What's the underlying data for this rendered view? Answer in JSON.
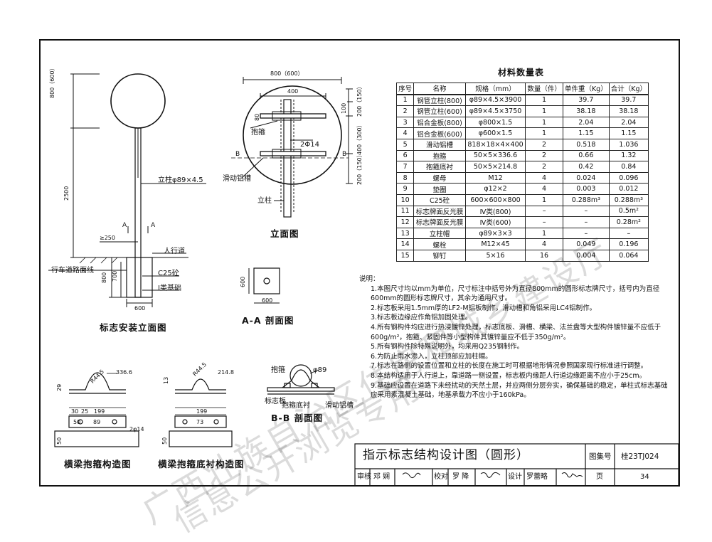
{
  "table": {
    "title": "材料数量表",
    "headers": [
      "序号",
      "名称",
      "规格（mm）",
      "数量（件）",
      "单件重（Kg）",
      "合计（Kg）"
    ],
    "rows": [
      [
        "1",
        "钢管立柱(800)",
        "φ89×4.5×3900",
        "1",
        "39.7",
        "39.7"
      ],
      [
        "2",
        "钢管立柱(600)",
        "φ89×4.5×3750",
        "1",
        "38.18",
        "38.18"
      ],
      [
        "3",
        "铝合金板(800)",
        "φ800×1.5",
        "1",
        "2.04",
        "2.04"
      ],
      [
        "4",
        "铝合金板(600)",
        "φ600×1.5",
        "1",
        "1.15",
        "1.15"
      ],
      [
        "5",
        "滑动铝槽",
        "818×18×4×400",
        "2",
        "0.518",
        "1.036"
      ],
      [
        "6",
        "抱箍",
        "50×5×336.6",
        "2",
        "0.66",
        "1.32"
      ],
      [
        "7",
        "抱箍底衬",
        "50×5×214.8",
        "2",
        "0.42",
        "0.84"
      ],
      [
        "8",
        "螺母",
        "M12",
        "4",
        "0.024",
        "0.096"
      ],
      [
        "9",
        "垫圈",
        "φ12×2",
        "4",
        "0.003",
        "0.012"
      ],
      [
        "10",
        "C25砼",
        "600×600×800",
        "1",
        "0.288m³",
        "0.288m³"
      ],
      [
        "11",
        "标志牌面反光膜",
        "Ⅳ类(800)",
        "–",
        "–",
        "0.5m²"
      ],
      [
        "12",
        "标志牌面反光膜",
        "Ⅳ类(600)",
        "–",
        "–",
        "0.28m²"
      ],
      [
        "13",
        "立柱帽",
        "φ89×3×3",
        "1",
        "–",
        "–"
      ],
      [
        "14",
        "螺栓",
        "M12×45",
        "4",
        "0.049",
        "0.196"
      ],
      [
        "15",
        "铆钉",
        "5×16",
        "16",
        "0.004",
        "0.064"
      ]
    ]
  },
  "notes": {
    "heading": "说明：",
    "items": [
      "1.本图尺寸均以mm为单位，尺寸标注中括号外为直径800mm的圆形标志牌尺寸，括号内为直径600mm的圆形标志牌尺寸，其余为通用尺寸。",
      "2.标志板采用1.5mm厚的LF2-M铝板制作，滑动槽和角铝采用LC4铝制作。",
      "3.标志板边缘应作角铝加固处理。",
      "4.所有钢构件均应进行热浸镀锌处理，标志底板、滑槽、横梁、法兰盘等大型构件镀锌量不应低于600g/m²，抱箍、紧固件等小型构件其镀锌量应不低于350g/m²。",
      "5.所有钢构件除特殊说明外，均采用Q235钢制作。",
      "6.为防止雨水渗入，立柱顶部应加柱帽。",
      "7.标志在路侧的设置位置和立柱的长度在施工时可根据地形情况参照国家现行标准进行调整。",
      "8.本结构适用于人行道上，靠道路一侧设置，标志板内缘距人行道边缘距离不应小于25cm。",
      "9.基础应设置在道路下未经扰动的天然土层，并应两侧分层夯实，确保基础的稳定，单柱式标志基础应采用素混凝土基础，地基承载力不应小于160kPa。"
    ]
  },
  "titleblock": {
    "title": "指示标志结构设计图（圆形）",
    "atlas_label": "图集号",
    "atlas_no": "桂23TJ024",
    "review_label": "审核",
    "reviewer": "邓 娴",
    "check_label": "校对",
    "checker": "罗 降",
    "design_label": "设计",
    "designer": "罗蕾略",
    "page_label": "页",
    "page_no": "34"
  },
  "captions": {
    "install_elevation": "标志安装立面图",
    "elevation": "立面图",
    "section_aa": "A-A 剖面图",
    "section_bb": "B-B 剖面图",
    "hoop_detail": "横梁抱箍构造图",
    "liner_detail": "横梁抱箍底衬构造图"
  },
  "labels": {
    "post": "立柱φ89×4.5",
    "sidewalk": "人行道",
    "road_edge": "行车道路面线",
    "concrete": "C25砼",
    "soil": "Ⅰ类基础",
    "hoop": "抱箍",
    "slide_channel": "滑动铝槽",
    "post_short": "立柱",
    "bolt": "2Φ14",
    "pipe_dia": "φ89",
    "plate": "标志板",
    "liner": "抱箍底衬",
    "sec_a": "A",
    "sec_b": "B"
  },
  "dims": {
    "d800": "800（600）",
    "d400": "400",
    "d2500": "2500",
    "d250": "≥250",
    "d800b": "800",
    "d700": "700",
    "d600": "600",
    "d600b": "600",
    "d600c": "600",
    "d80": "80",
    "d100": "100",
    "d200a": "200（150）",
    "d400b": "400（300）",
    "d200b": "200（150）",
    "d3366": "336.6",
    "d2148": "214.8",
    "r445": "R44.5",
    "d29": "29",
    "d13": "13",
    "d50": "50",
    "d199": "199",
    "d25": "25",
    "d30": "30",
    "d89": "89",
    "d73": "73",
    "d2phi14": "2φ14"
  },
  "watermark": {
    "line1": "广西壮族自治区住房和城乡建设厅",
    "line2": "信息公开浏览专用"
  }
}
